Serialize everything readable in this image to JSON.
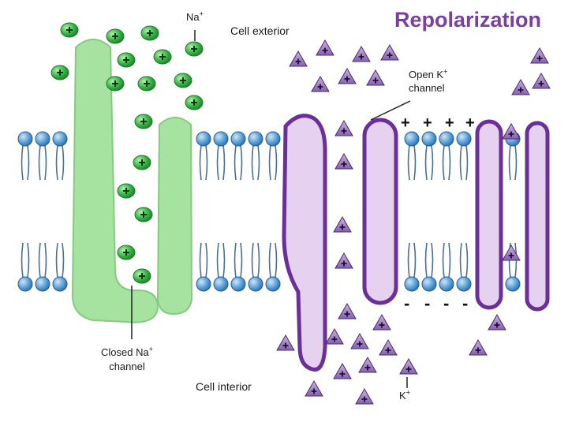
{
  "title": "Repolarization",
  "labels": {
    "cell_exterior": "Cell exterior",
    "cell_interior": "Cell interior",
    "na_ion": "Na",
    "na_charge": "+",
    "open_k_line1": "Open K",
    "open_k_charge": "+",
    "open_k_line2": "channel",
    "closed_na_line1": "Closed Na",
    "closed_na_charge": "+",
    "closed_na_line2": "channel",
    "k_ion": "K",
    "k_charge": "+"
  },
  "membrane_charges": {
    "outer": [
      "+",
      "+",
      "+",
      "+"
    ],
    "inner": [
      "-",
      "-",
      "-",
      "-"
    ]
  },
  "colors": {
    "title": "#7a3fa0",
    "sodium_ion": "#3cb84a",
    "potassium_ion": "#9a7cc0",
    "na_channel": "#a6e3a0",
    "k_channel_fill": "#e6d2f0",
    "k_channel_border": "#6a2f99",
    "lipid_head": "#5aa0d8",
    "lipid_tail": "#4a6f99"
  },
  "icons": [
    "sodium-ion-icon",
    "potassium-ion-icon"
  ]
}
